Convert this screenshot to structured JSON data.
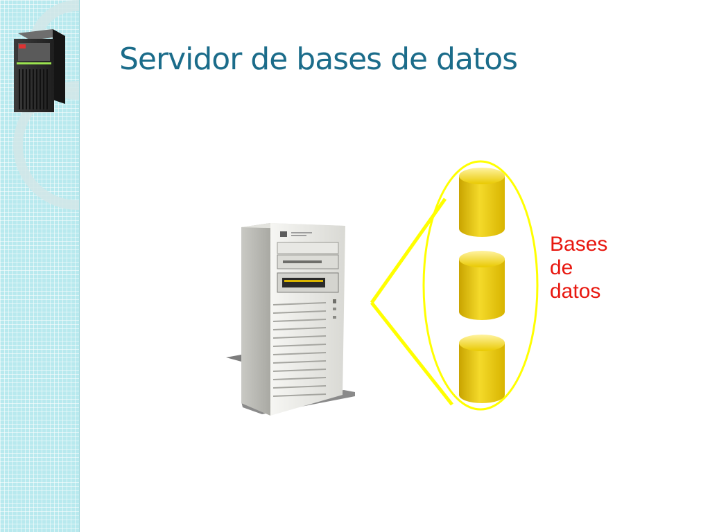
{
  "slide": {
    "title": "Servidor de bases de datos"
  },
  "diagram": {
    "database_label": [
      "Bases",
      "de",
      "datos"
    ],
    "database_count": 3
  },
  "colors": {
    "title": "#1b6c8a",
    "side_band": "#b8e9ee",
    "highlight_ring": "#ffff00",
    "database_fill": "#e6c200",
    "label": "#e8170f"
  },
  "icons": {
    "corner": "server-rack-icon",
    "main": "tower-server-icon",
    "databases": "database-cylinder-icon"
  }
}
